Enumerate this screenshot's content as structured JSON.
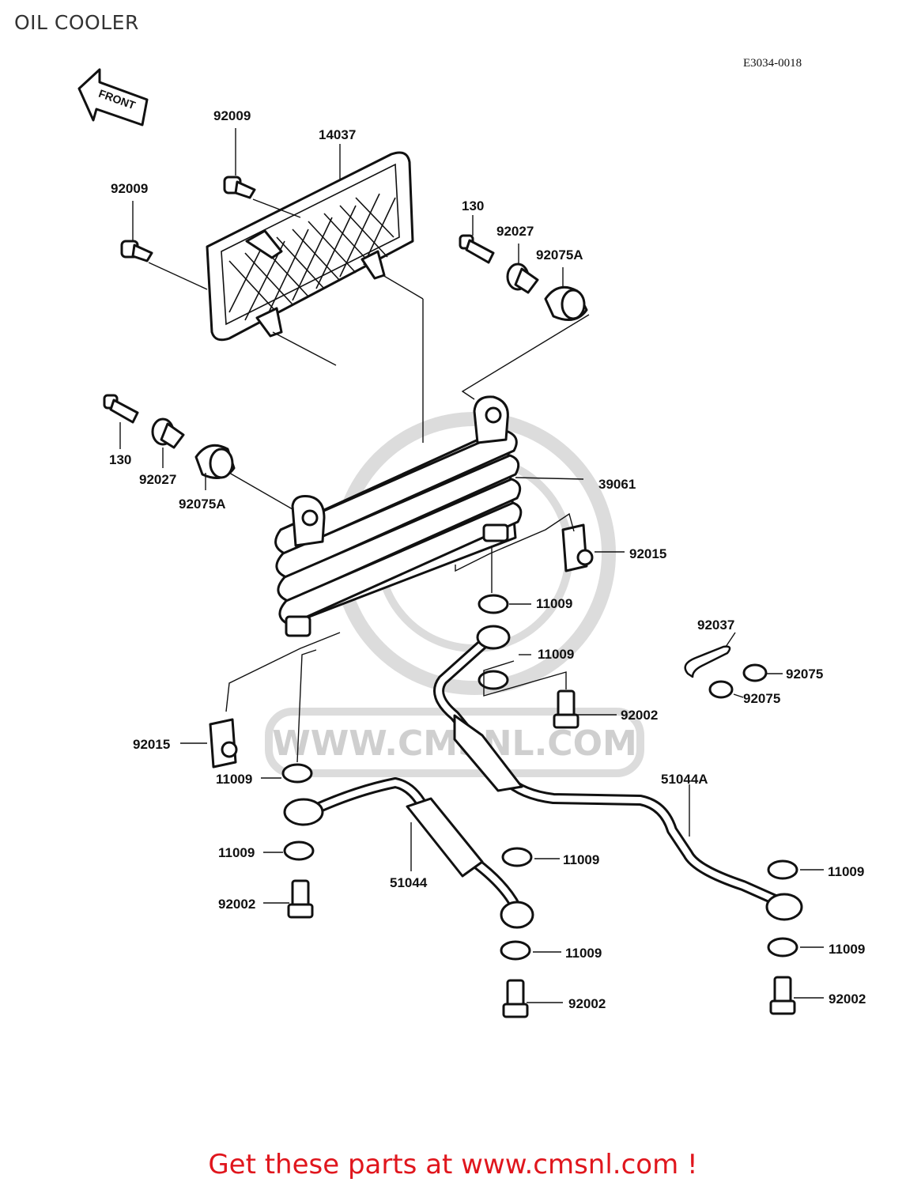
{
  "title": "OIL COOLER",
  "diagram_code": "E3034-0018",
  "front_arrow_label": "FRONT",
  "watermark": "WWW.CMSNL.COM",
  "cta": "Get these parts at www.cmsnl.com !",
  "parts": {
    "p92009_a": "92009",
    "p14037": "14037",
    "p92009_b": "92009",
    "p130_a": "130",
    "p92027_a": "92027",
    "p92075A_a": "92075A",
    "p130_b": "130",
    "p92027_b": "92027",
    "p92075A_b": "92075A",
    "p39061": "39061",
    "p92015_a": "92015",
    "p11009_a": "11009",
    "p92037": "92037",
    "p11009_b": "11009",
    "p92075_a": "92075",
    "p92075_b": "92075",
    "p92002_a": "92002",
    "p92015_b": "92015",
    "p11009_c": "11009",
    "p51044A": "51044A",
    "p11009_d": "11009",
    "p51044": "51044",
    "p11009_e": "11009",
    "p11009_f": "11009",
    "p92002_b": "92002",
    "p11009_g": "11009",
    "p11009_h": "11009",
    "p92002_c": "92002",
    "p92002_d": "92002"
  }
}
